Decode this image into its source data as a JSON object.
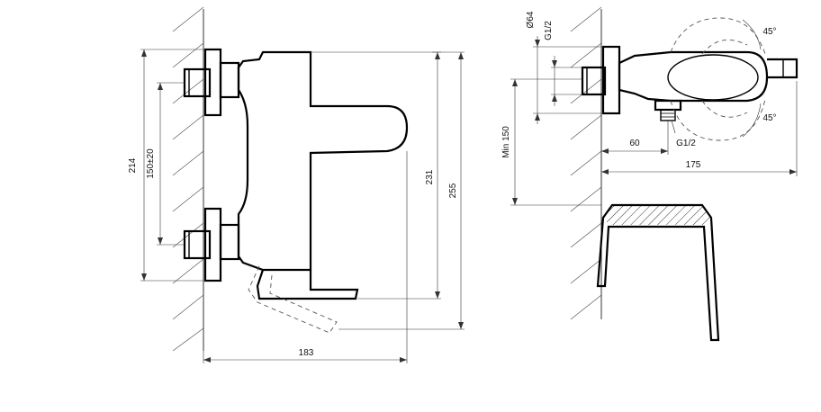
{
  "left_view": {
    "dim_width": "183",
    "dim_height_outer": "214",
    "dim_spacing": "150±20",
    "dim_height_231": "231",
    "dim_height_255": "255"
  },
  "right_view": {
    "dim_diameter": "Ø64",
    "dim_thread_top": "G1/2",
    "dim_thread_bottom": "G1/2",
    "dim_min": "Min 150",
    "dim_60": "60",
    "dim_175": "175",
    "angle_top": "45°",
    "angle_bottom": "45°"
  }
}
